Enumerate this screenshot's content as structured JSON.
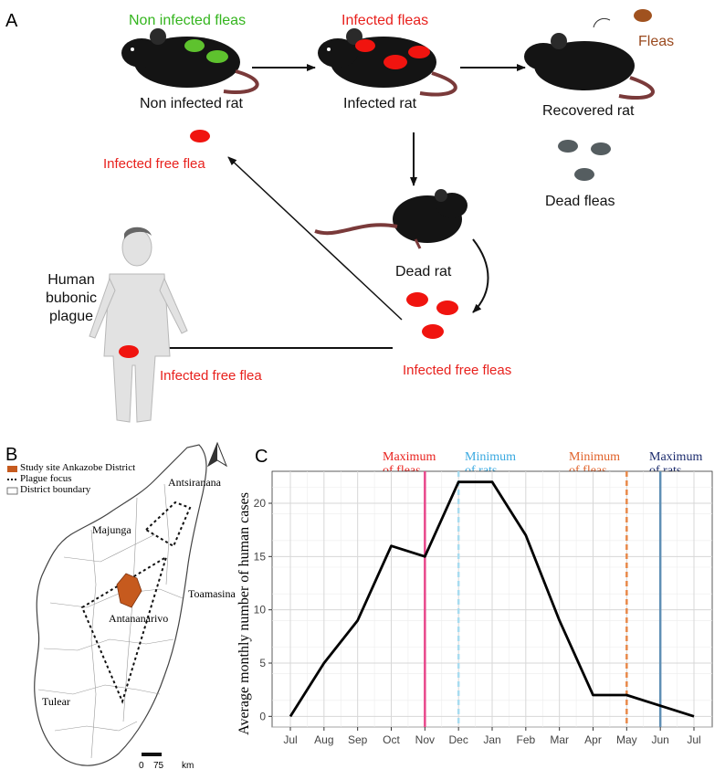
{
  "panel_a": {
    "letter": "A",
    "non_infected_fleas": "Non infected fleas",
    "infected_fleas": "Infected fleas",
    "fleas": "Fleas",
    "non_infected_rat": "Non infected rat",
    "infected_rat": "Infected rat",
    "recovered_rat": "Recovered rat",
    "infected_free_flea_top": "Infected  free flea",
    "dead_fleas": "Dead  fleas",
    "dead_rat": "Dead rat",
    "human_line1": "Human",
    "human_line2": "bubonic",
    "human_line3": "plague",
    "infected_free_fleas": "Infected free fleas",
    "infected_free_flea_bottom": "Infected  free flea",
    "colors": {
      "red": "#e8211d",
      "green": "#34b51e",
      "brown": "#9a4a1f"
    }
  },
  "panel_b": {
    "letter": "B",
    "legend": [
      "Study site Ankazobe District",
      "Plague focus",
      "District boundary"
    ],
    "places": [
      "Antsiranana",
      "Majunga",
      "Toamasina",
      "Antananarivo",
      "Tulear"
    ],
    "scale_zero": "0",
    "scale_value": "75",
    "scale_unit": "km",
    "study_site_color": "#c65a1e"
  },
  "panel_c": {
    "letter": "C",
    "annotations": [
      {
        "line1": "Maximum",
        "line2": "of fleas",
        "color": "#e8211d"
      },
      {
        "line1": "Minimum",
        "line2": "of rats",
        "color": "#3aa9e0"
      },
      {
        "line1": "Minimum",
        "line2": "of fleas",
        "color": "#e0622a"
      },
      {
        "line1": "Maximum",
        "line2": "of rats",
        "color": "#1a2a6c"
      }
    ]
  },
  "chart_data": {
    "type": "line",
    "ylabel": "Average monthly number of human cases",
    "xlabel": "",
    "categories": [
      "Jul",
      "Aug",
      "Sep",
      "Oct",
      "Nov",
      "Dec",
      "Jan",
      "Feb",
      "Mar",
      "Apr",
      "May",
      "Jun",
      "Jul"
    ],
    "values": [
      0,
      5,
      9,
      16,
      15,
      22,
      22,
      17,
      9,
      2,
      2,
      1,
      0
    ],
    "ylim": [
      -1,
      23
    ],
    "yticks": [
      0,
      5,
      10,
      15,
      20
    ],
    "grid": true,
    "vlines": [
      {
        "category_index": 4,
        "color": "#e8478b",
        "style": "solid"
      },
      {
        "category_index": 5,
        "color": "#a8dcf0",
        "style": "dashed"
      },
      {
        "category_index": 10,
        "color": "#e8894a",
        "style": "dashed"
      },
      {
        "category_index": 11,
        "color": "#5f8fb5",
        "style": "solid"
      }
    ]
  }
}
